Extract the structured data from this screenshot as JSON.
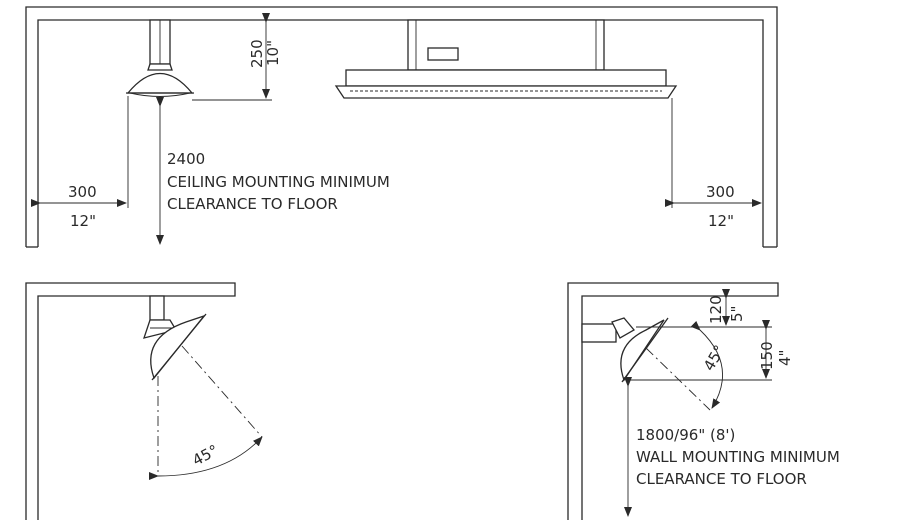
{
  "top_view": {
    "height_mm": "250",
    "height_in": "10\"",
    "ceiling_text_1": "2400",
    "ceiling_text_2": "CEILING MOUNTING MINIMUM",
    "ceiling_text_3": "CLEARANCE TO FLOOR",
    "left_clear_mm": "300",
    "left_clear_in": "12\"",
    "right_clear_mm": "300",
    "right_clear_in": "12\""
  },
  "ceiling_tilt_view": {
    "angle": "45°"
  },
  "wall_view": {
    "offset_top_mm": "120",
    "offset_top_in": "5\"",
    "offset_mid_mm": "150",
    "offset_mid_in": "4\"",
    "angle": "45°",
    "wall_text_1": "1800/96\" (8')",
    "wall_text_2": "WALL MOUNTING MINIMUM",
    "wall_text_3": "CLEARANCE TO FLOOR"
  }
}
